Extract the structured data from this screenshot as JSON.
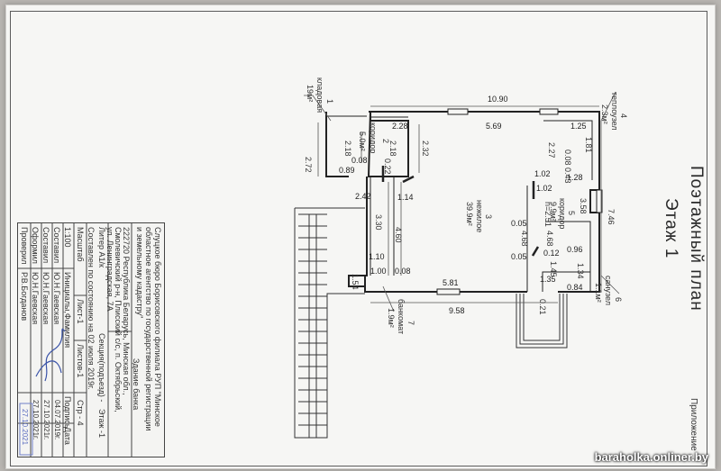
{
  "plan": {
    "title": "Поэтажный план",
    "floor": "Этаж 1",
    "appendix": "Приложение"
  },
  "rooms": [
    {
      "num": "1",
      "name": "кладовая",
      "area": "19м²"
    },
    {
      "num": "2",
      "name": "коридор",
      "area": "5.0м²"
    },
    {
      "num": "3",
      "name": "нежилое",
      "area": "39.9м²"
    },
    {
      "num": "4",
      "name": "теплоузел",
      "area": "2.3м²"
    },
    {
      "num": "5",
      "name": "коридор",
      "area": "9.9м²"
    },
    {
      "num": "6",
      "name": "санузел",
      "area": "1.1м²"
    },
    {
      "num": "7",
      "name": "банкомат",
      "area": "1.9м²"
    }
  ],
  "dims": {
    "d1090": "10.90",
    "d569": "5.69",
    "d228": "2.28",
    "d125": "1.25",
    "d272": "2.72",
    "d218a": "2.18",
    "d218b": "2.18",
    "d232": "2.32",
    "d008a": "0.08",
    "d089": "0.89",
    "d022": "0.22",
    "d242": "2.42",
    "d114": "1.14",
    "d330": "3.30",
    "d460": "4.60",
    "d110": "1.10",
    "d154": "1.54",
    "d100": "1.00",
    "d008b": "0.08",
    "d581": "5.81",
    "d958": "9.58",
    "d227": "2.27",
    "d008c": "0.08",
    "d181": "1.81",
    "d043": "0.43",
    "d128": "1.28",
    "d102a": "1.02",
    "d102b": "1.02",
    "d358": "3.58",
    "d746": "7.46",
    "h251": "h=2.51",
    "d005a": "0.05",
    "d468a": "4.68",
    "d468b": "4.68",
    "d005b": "0.05",
    "d012": "0.12",
    "d096": "0.96",
    "d134": "1.34",
    "d145": "1.45",
    "d135": "1.35",
    "d084": "0.84",
    "d021": "0.21"
  },
  "stamp": {
    "org1": "Слуцкое бюро Борисовского филиала РУП \"Минское",
    "org2": "областное агентство по государственной регистрации",
    "org3": "и земельному кадастру\"",
    "object": "Здание банка",
    "addr1": "222720 Республика Беларусь, Минская обл.,",
    "addr2": "Смолевичский р-н, Плисский с/с, п. Октябрьский,",
    "addr3": "ул. Ленинградская, 7А",
    "litera": "Литер А1/к",
    "sekciya": "Секция(подъезд) -",
    "etazh": "Этаж -1",
    "sostoyanie": "Составлен по состоянию на 02 июля 2019г.",
    "masshtab": "Масштаб",
    "scale": "1:100",
    "list": "Лист-1",
    "listov": "Листов-1",
    "str": "Стр - 4",
    "hdr_name": "Инициалы,Фамилия",
    "hdr_sign": "Подпись",
    "hdr_date": "Дата",
    "r1_role": "Составил",
    "r1_name": "Ю.Н.Гаевская",
    "r1_date": "04.07.2019г.",
    "r2_role": "Составил",
    "r2_name": "Ю.Н.Гаевская",
    "r2_date": "27.10.2021г.",
    "r3_role": "Оформил",
    "r3_name": "Ю.Н.Гаевская",
    "r3_date": "27.10.2021г.",
    "r4_role": "Проверил",
    "r4_name": "Р.В.Богданов",
    "r4_date": "27.10.2021"
  },
  "watermark": "baraholka.onliner.by"
}
